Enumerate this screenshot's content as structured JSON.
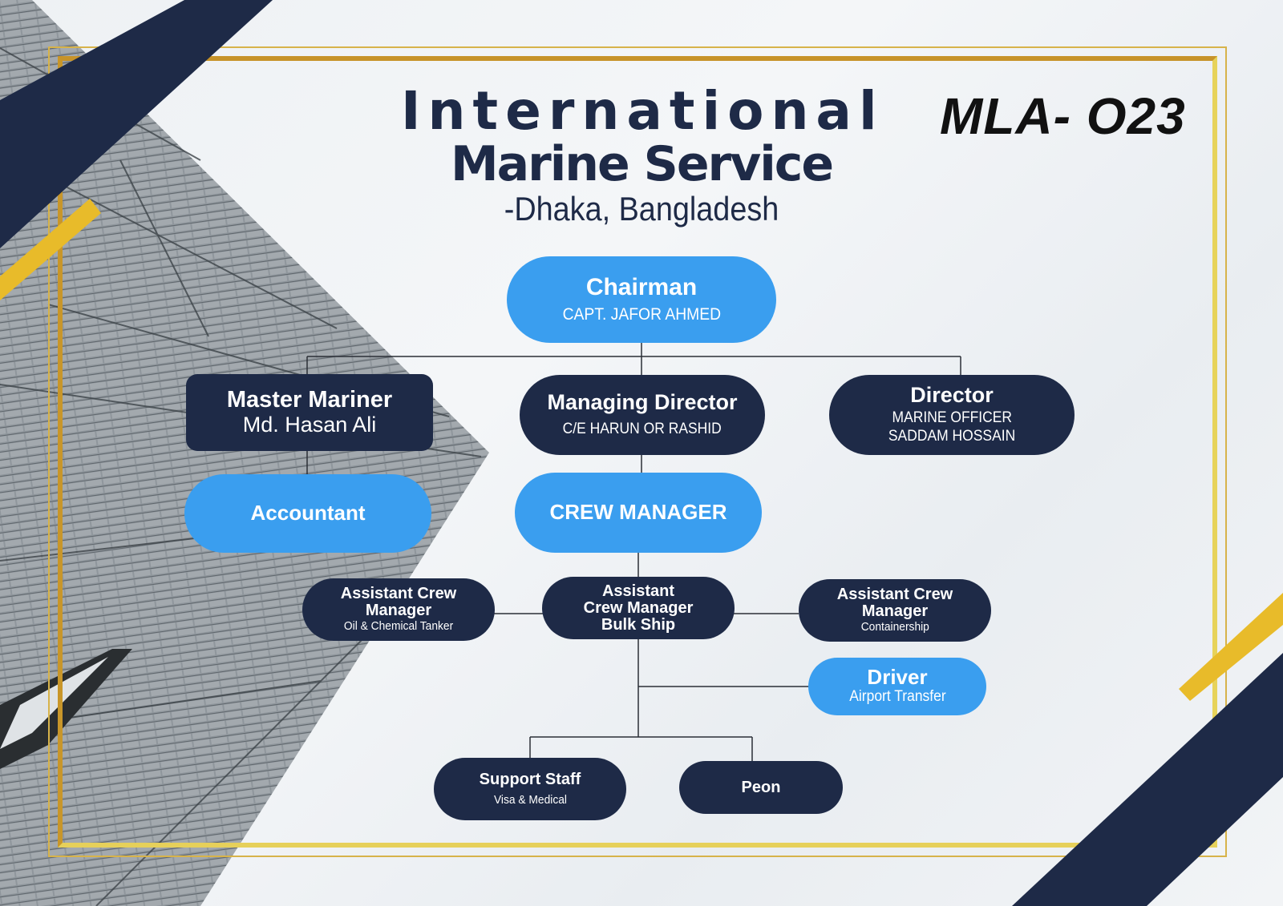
{
  "header": {
    "title_line1": "International",
    "title_line2": "Marine Service",
    "location": "-Dhaka, Bangladesh",
    "code": "MLA- O23"
  },
  "colors": {
    "navy": "#1e2a47",
    "blue": "#3a9eef",
    "gold": "#c8962a",
    "yellow": "#e8bb2a"
  },
  "org": {
    "chairman": {
      "title": "Chairman",
      "name": "CAPT. JAFOR AHMED"
    },
    "master_mariner": {
      "title": "Master Mariner",
      "name": "Md. Hasan Ali"
    },
    "managing_director": {
      "title": "Managing Director",
      "name": "C/E HARUN OR RASHID"
    },
    "director": {
      "title": "Director",
      "role": "MARINE OFFICER",
      "name": "SADDAM HOSSAIN"
    },
    "accountant": {
      "title": "Accountant"
    },
    "crew_manager": {
      "title": "CREW MANAGER"
    },
    "acm_tanker": {
      "title_1": "Assistant Crew",
      "title_2": "Manager",
      "sub": "Oil & Chemical Tanker"
    },
    "acm_bulk": {
      "title_1": "Assistant",
      "title_2": "Crew Manager",
      "title_3": "Bulk Ship"
    },
    "acm_container": {
      "title_1": "Assistant Crew",
      "title_2": "Manager",
      "sub": "Containership"
    },
    "driver": {
      "title": "Driver",
      "sub": "Airport Transfer"
    },
    "support_staff": {
      "title": "Support Staff",
      "sub": "Visa & Medical"
    },
    "peon": {
      "title": "Peon"
    }
  }
}
